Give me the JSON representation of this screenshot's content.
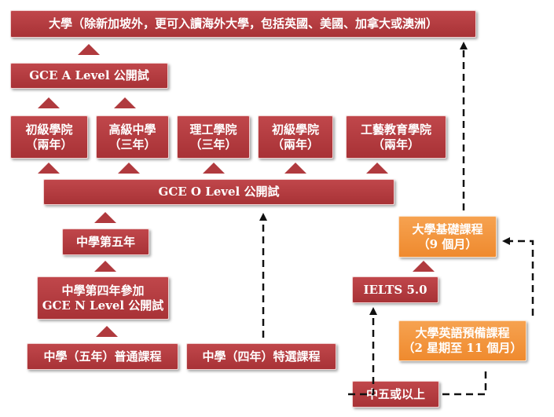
{
  "colors": {
    "box_red": "#b03a3e",
    "box_orange": "#f39436",
    "triangle": "#b03a3e",
    "dashed_arrow": "#111111"
  },
  "boxes": {
    "university": "大學（除新加坡外，更可入讀海外大學，包括英國、美國、加拿大或澳洲）",
    "gce_a": "GCE A Level 公開試",
    "junior_college_1": {
      "line1": "初級學院",
      "line2": "（兩年）"
    },
    "high_school": {
      "line1": "高級中學",
      "line2": "（三年）"
    },
    "polytechnic": {
      "line1": "理工學院",
      "line2": "（三年）"
    },
    "junior_college_2": {
      "line1": "初級學院",
      "line2": "（兩年）"
    },
    "ite": {
      "line1": "工藝教育學院",
      "line2": "（兩年）"
    },
    "gce_o": "GCE O Level 公開試",
    "sec5": "中學第五年",
    "sec4_n": {
      "line1": "中學第四年參加",
      "line2": "GCE N Level 公開試"
    },
    "normal_course": "中學（五年）普通課程",
    "express_course": "中學（四年）特選課程",
    "foundation": {
      "line1": "大學基礎課程",
      "line2": "（9 個月）"
    },
    "ielts": "IELTS 5.0",
    "english_prep": {
      "line1": "大學英語預備課程",
      "line2": "（2 星期至 11 個月）"
    },
    "f5_above": "中五或以上"
  }
}
